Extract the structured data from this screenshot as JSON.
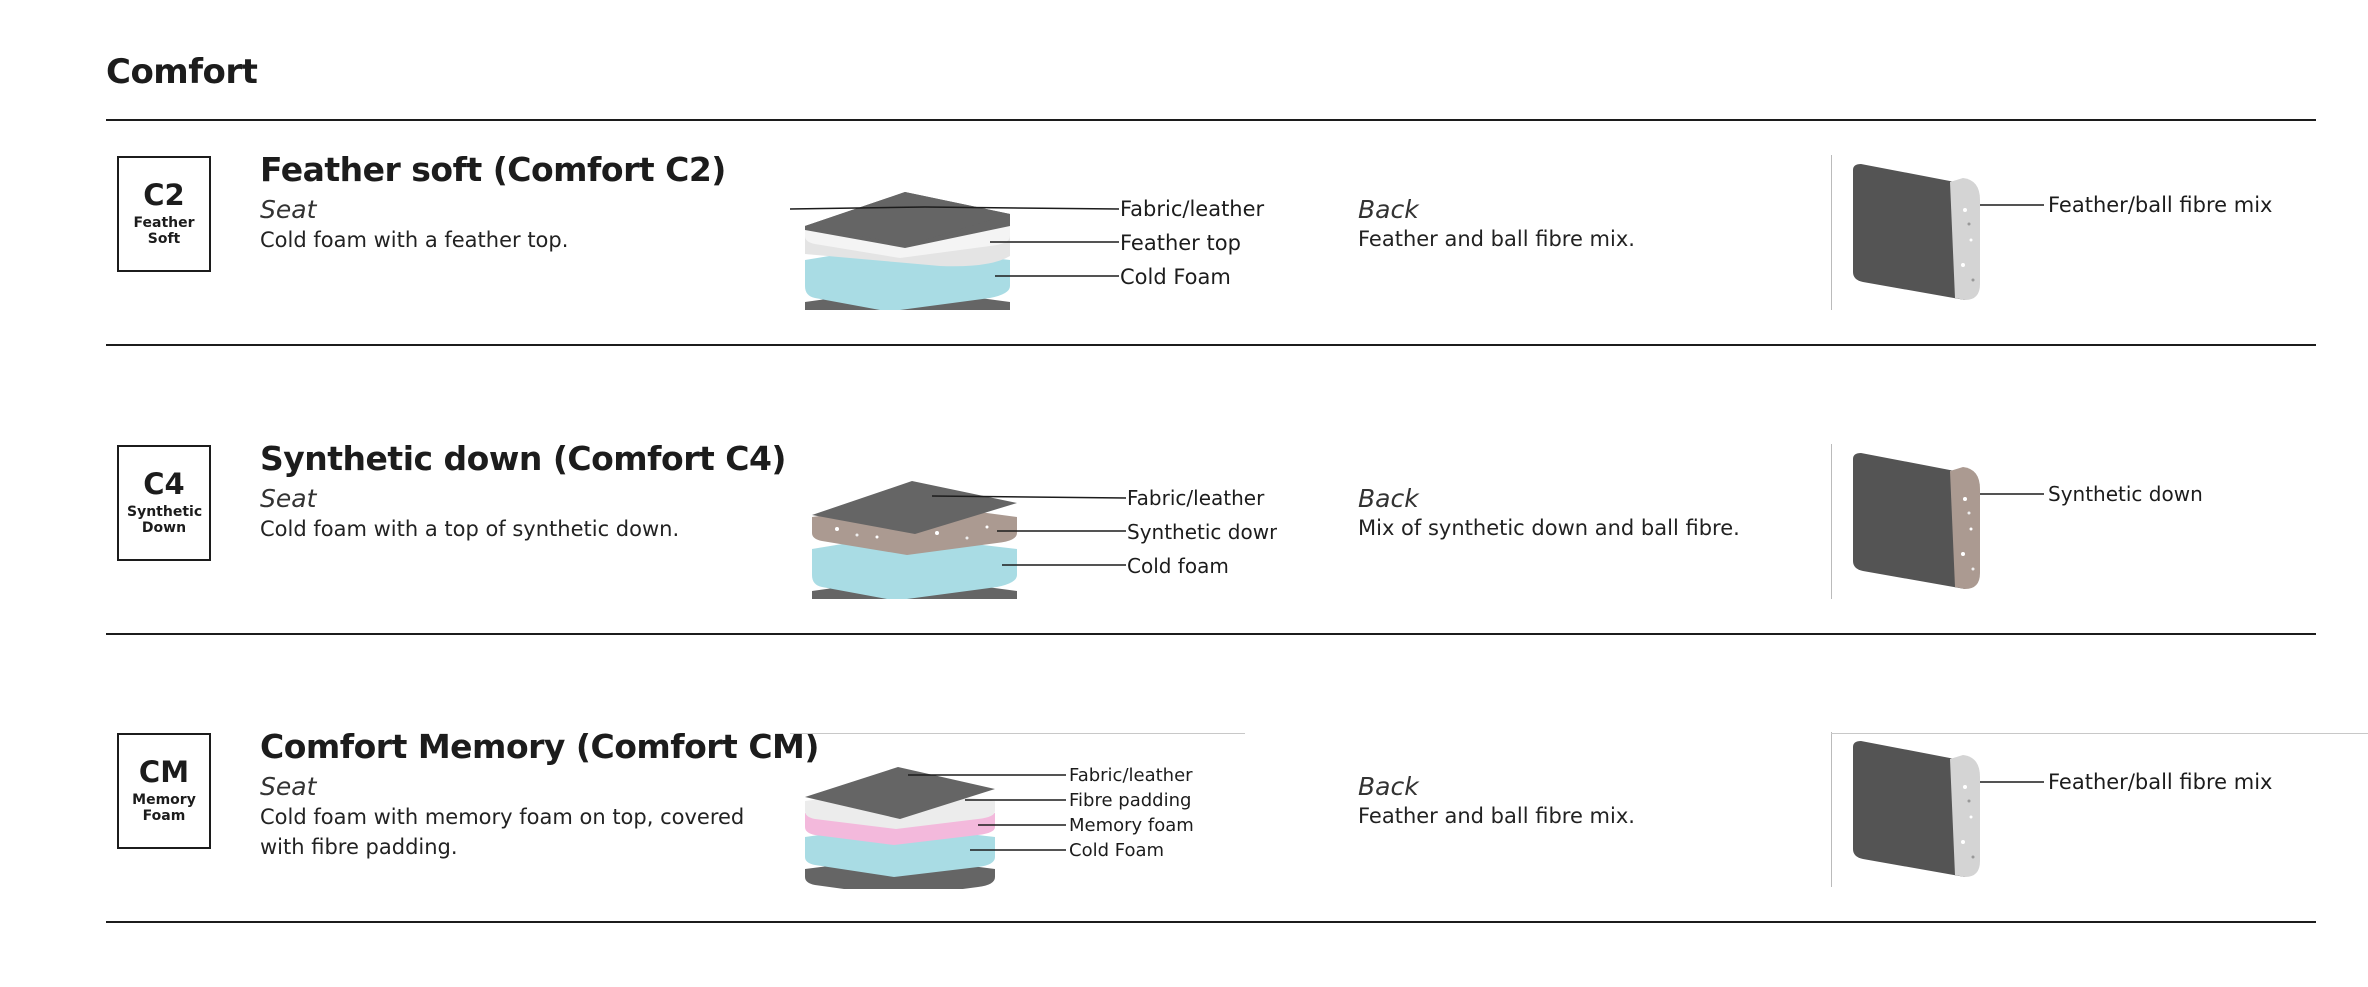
{
  "page": {
    "title": "Comfort"
  },
  "colors": {
    "fabric": "#656565",
    "cold_foam": "#a9dce4",
    "memory_foam": "#f3b9dc",
    "feather": "#e4e4e4",
    "synthetic_down": "#ab9a91",
    "back_insert": "#d4d4d4"
  },
  "options": [
    {
      "code": "C2",
      "badge_name": "Feather Soft",
      "title": "Feather soft (Comfort C2)",
      "seat_label": "Seat",
      "seat_desc": "Cold foam with a feather top.",
      "seat_layers": [
        "Fabric/leather",
        "Feather top",
        "Cold Foam"
      ],
      "back_label": "Back",
      "back_desc": "Feather and ball fibre mix.",
      "back_layer": "Feather/ball fibre mix"
    },
    {
      "code": "C4",
      "badge_name": "Synthetic Down",
      "title": "Synthetic down (Comfort C4)",
      "seat_label": "Seat",
      "seat_desc": "Cold foam with a top of synthetic down.",
      "seat_layers": [
        "Fabric/leather",
        "Synthetic down",
        "Cold foam"
      ],
      "back_label": "Back",
      "back_desc": "Mix of synthetic down and ball fibre.",
      "back_layer": "Synthetic down"
    },
    {
      "code": "CM",
      "badge_name": "Memory Foam",
      "title": "Comfort Memory (Comfort CM)",
      "seat_label": "Seat",
      "seat_desc": "Cold foam with memory foam on top, covered with fibre padding.",
      "seat_layers": [
        "Fabric/leather",
        "Fibre padding",
        "Memory foam",
        "Cold Foam"
      ],
      "back_label": "Back",
      "back_desc": "Feather and ball fibre mix.",
      "back_layer": "Feather/ball fibre mix"
    }
  ]
}
